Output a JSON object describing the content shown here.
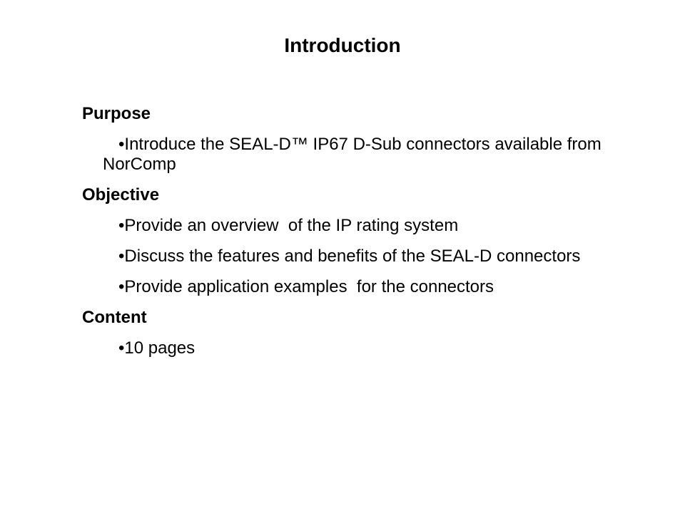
{
  "slide": {
    "title": "Introduction",
    "sections": [
      {
        "heading": "Purpose",
        "bullets": [
          "•Introduce the SEAL-D™ IP67 D-Sub connectors available from\nNorComp"
        ]
      },
      {
        "heading": "Objective",
        "bullets": [
          "•Provide an overview  of the IP rating system",
          "•Discuss the features and benefits of the SEAL-D connectors",
          "•Provide application examples  for the connectors"
        ]
      },
      {
        "heading": "Content",
        "bullets": [
          "•10 pages"
        ]
      }
    ],
    "colors": {
      "background": "#ffffff",
      "text": "#000000"
    }
  }
}
